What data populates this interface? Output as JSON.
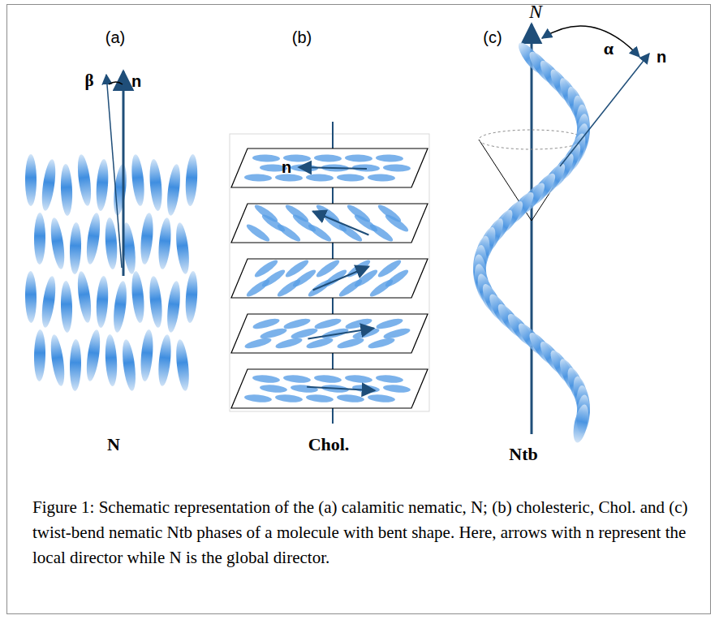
{
  "diagram": {
    "caption": "Figure 1: Schematic representation of the (a) calamitic nematic, N; (b) cholesteric, Chol. and (c) twist-bend nematic Ntb phases of a molecule with bent shape. Here, arrows with n represent the local director while N is the global director.",
    "labels": [
      "(a)",
      "(b)",
      "(c)",
      "β",
      "n",
      "n",
      "N",
      "α",
      "n",
      "N",
      "Chol.",
      "Ntb"
    ]
  }
}
